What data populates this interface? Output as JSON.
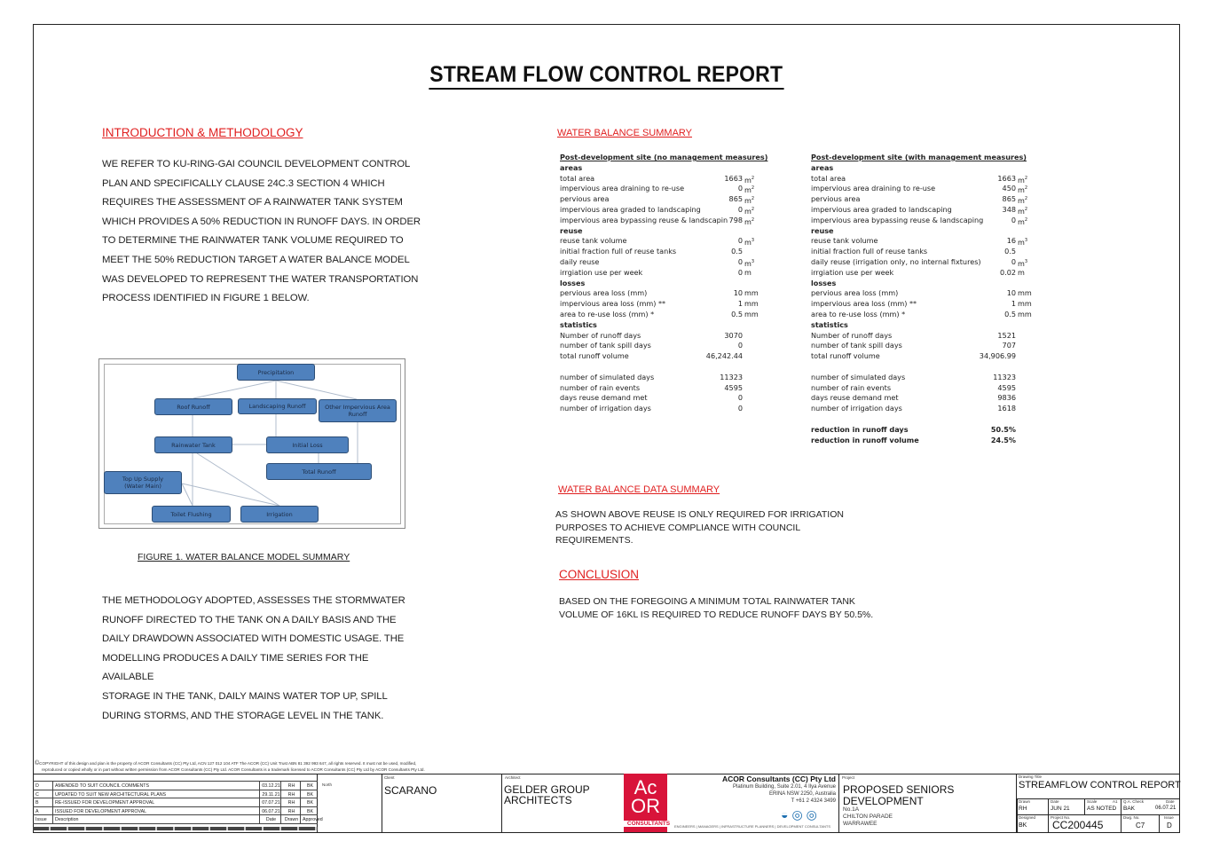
{
  "title": "STREAM FLOW CONTROL REPORT",
  "intro": {
    "heading": "INTRODUCTION  & METHODOLOGY",
    "lines": [
      "WE REFER TO KU-RING-GAI COUNCIL DEVELOPMENT CONTROL",
      "PLAN AND SPECIFICALLY CLAUSE 24C.3 SECTION 4 WHICH",
      "REQUIRES THE ASSESSMENT OF A RAINWATER TANK SYSTEM",
      "WHICH PROVIDES  A  50% REDUCTION IN RUNOFF DAYS. IN ORDER",
      "TO DETERMINE THE RAINWATER TANK VOLUME REQUIRED TO",
      "MEET THE 50% REDUCTION TARGET A WATER BALANCE MODEL",
      "WAS DEVELOPED TO REPRESENT THE WATER TRANSPORTATION",
      "PROCESS IDENTIFIED IN FIGURE 1 BELOW."
    ]
  },
  "figure": {
    "caption": "FIGURE 1. WATER BALANCE MODEL SUMMARY",
    "boxes": {
      "precipitation": "Precipitation",
      "roof": "Roof Runoff",
      "landscaping": "Landscaping Runoff",
      "other": "Other Impervious Area Runoff",
      "tank": "Rainwater Tank",
      "initial_loss": "Initial Loss",
      "total": "Total Runoff",
      "topup": "Top Up Supply (Water Main)",
      "toilet": "Toilet Flushing",
      "irrigation": "Irrigation"
    },
    "box_color": "#4f81bd"
  },
  "methodology": {
    "lines": [
      "THE METHODOLOGY ADOPTED, ASSESSES THE STORMWATER",
      "RUNOFF DIRECTED TO THE TANK ON A DAILY BASIS AND THE",
      "DAILY DRAWDOWN ASSOCIATED WITH DOMESTIC USAGE. THE",
      "MODELLING PRODUCES A DAILY TIME SERIES FOR THE AVAILABLE",
      "STORAGE IN THE TANK, DAILY MAINS WATER TOP UP, SPILL",
      "DURING STORMS, AND THE STORAGE LEVEL IN THE TANK."
    ]
  },
  "water_balance": {
    "heading": "WATER BALANCE SUMMARY",
    "tables": [
      {
        "rows": [
          {
            "t": "hdr",
            "label": "Post-development site (no management measures)"
          },
          {
            "t": "sec",
            "label": "areas"
          },
          {
            "label": "total area",
            "value": "1663",
            "unit": "m",
            "sup": "2"
          },
          {
            "label": "impervious area draining to re-use",
            "value": "0",
            "unit": "m",
            "sup": "2"
          },
          {
            "label": "pervious area",
            "value": "865",
            "unit": "m",
            "sup": "2"
          },
          {
            "label": "impervious area graded to landscaping",
            "value": "0",
            "unit": "m",
            "sup": "2"
          },
          {
            "label": "impervious area bypassing reuse & landscapin",
            "value": "798",
            "unit": "m",
            "sup": "2"
          },
          {
            "t": "sec",
            "label": "reuse"
          },
          {
            "label": "reuse tank volume",
            "value": "0",
            "unit": "m",
            "sup": "3"
          },
          {
            "label": "initial fraction full of reuse tanks",
            "value": "0.5"
          },
          {
            "label": "daily reuse",
            "value": "0",
            "unit": "m",
            "sup": "3"
          },
          {
            "label": "irrgiation use per week",
            "value": "0",
            "unit": "m"
          },
          {
            "t": "sec",
            "label": "losses"
          },
          {
            "label": "pervious area loss (mm)",
            "value": "10",
            "unit": "mm"
          },
          {
            "label": "impervious area loss (mm) **",
            "value": "1",
            "unit": "mm"
          },
          {
            "label": "area to re-use loss (mm) *",
            "value": "0.5",
            "unit": "mm"
          },
          {
            "t": "sec",
            "label": "statistics"
          },
          {
            "label": "Number of runoff days",
            "value": "3070"
          },
          {
            "label": "number of tank spill days",
            "value": "0"
          },
          {
            "label": "total runoff volume",
            "value": "46,242.44"
          },
          {
            "t": "blank"
          },
          {
            "label": "number of simulated days",
            "value": "11323"
          },
          {
            "label": "number of rain events",
            "value": "4595"
          },
          {
            "label": "days reuse demand met",
            "value": "0"
          },
          {
            "label": "number of irrigation days",
            "value": "0"
          }
        ]
      },
      {
        "rows": [
          {
            "t": "hdr",
            "label": "Post-development site (with management measures)"
          },
          {
            "t": "sec",
            "label": "areas"
          },
          {
            "label": "total area",
            "value": "1663",
            "unit": "m",
            "sup": "2"
          },
          {
            "label": "impervious area draining to re-use",
            "value": "450",
            "unit": "m",
            "sup": "2"
          },
          {
            "label": "pervious area",
            "value": "865",
            "unit": "m",
            "sup": "2"
          },
          {
            "label": "impervious area graded to landscaping",
            "value": "348",
            "unit": "m",
            "sup": "2"
          },
          {
            "label": "impervious area bypassing reuse & landscaping",
            "value": "0",
            "unit": "m",
            "sup": "2"
          },
          {
            "t": "sec",
            "label": "reuse"
          },
          {
            "label": "reuse tank volume",
            "value": "16",
            "unit": "m",
            "sup": "3"
          },
          {
            "label": "initial fraction full of reuse tanks",
            "value": "0.5"
          },
          {
            "label": "daily reuse (irrigation only, no internal fixtures)",
            "value": "0",
            "unit": "m",
            "sup": "3"
          },
          {
            "label": "irrgiation use per week",
            "value": "0.02",
            "unit": "m"
          },
          {
            "t": "sec",
            "label": "losses"
          },
          {
            "label": "pervious area loss (mm)",
            "value": "10",
            "unit": "mm"
          },
          {
            "label": "impervious area loss (mm) **",
            "value": "1",
            "unit": "mm"
          },
          {
            "label": "area to re-use loss (mm) *",
            "value": "0.5",
            "unit": "mm"
          },
          {
            "t": "sec",
            "label": "statistics"
          },
          {
            "label": "Number of runoff days",
            "value": "1521"
          },
          {
            "label": "number of tank spill days",
            "value": "707"
          },
          {
            "label": "total runoff volume",
            "value": "34,906.99"
          },
          {
            "t": "blank"
          },
          {
            "label": "number of simulated days",
            "value": "11323"
          },
          {
            "label": "number of rain events",
            "value": "4595"
          },
          {
            "label": "days reuse demand met",
            "value": "9836"
          },
          {
            "label": "number of irrigation days",
            "value": "1618"
          },
          {
            "t": "blank"
          },
          {
            "t": "sec",
            "label": "reduction in runoff days",
            "value": "50.5%"
          },
          {
            "t": "sec",
            "label": "reduction in runoff volume",
            "value": "24.5%"
          }
        ]
      }
    ]
  },
  "data_summary": {
    "heading": "WATER BALANCE DATA SUMMARY",
    "lines": [
      "AS SHOWN ABOVE REUSE IS ONLY REQUIRED FOR IRRIGATION",
      "PURPOSES TO ACHIEVE COMPLIANCE WITH COUNCIL",
      "REQUIREMENTS."
    ]
  },
  "conclusion": {
    "heading": "CONCLUSION",
    "lines": [
      "BASED ON THE FOREGOING A  MINIMUM TOTAL RAINWATER TANK",
      "VOLUME OF 16KL  IS REQUIRED TO REDUCE RUNOFF DAYS BY 50.5%."
    ]
  },
  "title_block": {
    "copyright": [
      "COPYRIGHT of this design and plan is the property of ACOR Consultants (CC) Pty Ltd, ACN 127 012 104 ATF The ACOR (CC) Unit Trust ABN 81 392 993 647, all rights reserved. It must not be used, modified,",
      "reproduced or copied wholly or in part without written permission from ACOR Consultants (CC) Pty Ltd. ACOR Consultants is a trademark licensed to ACOR Consultants (CC) Pty Ltd by ACOR Consultants Pty Ltd."
    ],
    "revisions": [
      {
        "issue": "D",
        "desc": "AMENDED TO SUIT COUNCIL COMMENTS",
        "date": "03.12.21",
        "drawn": "RH",
        "approved": "BK"
      },
      {
        "issue": "C",
        "desc": "UPDATED TO SUIT NEW ARCHITECTURAL PLANS",
        "date": "29.11.21",
        "drawn": "RH",
        "approved": "BK"
      },
      {
        "issue": "B",
        "desc": "RE-ISSUED FOR DEVELOPMENT APPROVAL",
        "date": "07.07.21",
        "drawn": "RH",
        "approved": "BK"
      },
      {
        "issue": "A",
        "desc": "ISSUED FOR DEVELOPMENT APPROVAL",
        "date": "06.07.21",
        "drawn": "RH",
        "approved": "BK"
      }
    ],
    "rev_headers": {
      "issue": "Issue",
      "desc": "Description",
      "date": "Date",
      "drawn": "Drawn",
      "approved": "Approved"
    },
    "north_label": "North",
    "client_label": "Client",
    "client": "SCARANO",
    "architect_label": "Architect",
    "architect": [
      "GELDER GROUP",
      "ARCHITECTS"
    ],
    "logo": {
      "top": "Ac",
      "bottom": "OR",
      "word": "CONSULTANTS",
      "color": "#d8143a"
    },
    "company": {
      "name": "ACOR Consultants (CC) Pty Ltd",
      "address": [
        "Platinum Building, Suite 2.01, 4 Ilya Avenue",
        "ERINA NSW 2250, Australia",
        "T +61 2 4324 3499"
      ],
      "tagline": "ENGINEERS | MANAGERS | INFRASTRUCTURE PLANNERS | DEVELOPMENT CONSULTANTS"
    },
    "project_label": "Project",
    "project": [
      "PROPOSED SENIORS",
      "DEVELOPMENT"
    ],
    "address": [
      "No.1A",
      "CHILTON PARADE",
      "WARRAWEE"
    ],
    "drawing_title_label": "Drawing Title",
    "drawing_title": "STREAMFLOW CONTROL REPORT",
    "drawn_label": "Drawn",
    "drawn": "RH",
    "date_label": "Date",
    "date": "JUN 21",
    "scale_label": "Scale",
    "sheet": "A1",
    "scale": "AS NOTED",
    "qa_label": "Q.A. Check",
    "qa": "BAK",
    "qa_date_label": "Date",
    "qa_date": "06.07.21",
    "designed_label": "Designed",
    "designed": "BK",
    "project_no_label": "Project No.",
    "project_no": "CC200445",
    "dwg_label": "Dwg. No.",
    "dwg": "C7",
    "issue_label": "Issue",
    "issue": "D"
  }
}
